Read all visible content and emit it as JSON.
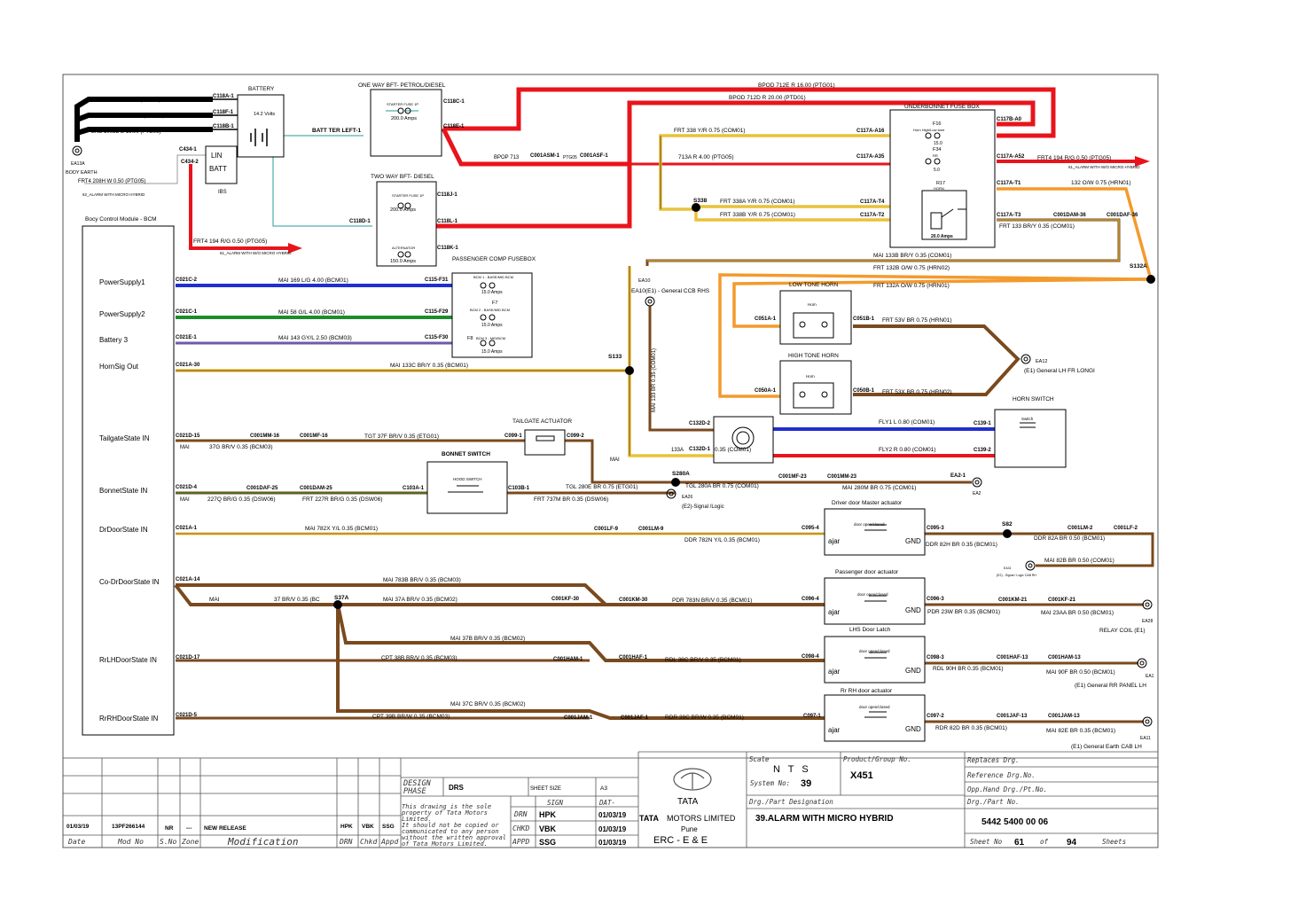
{
  "colors": {
    "red": "#e8141c",
    "orange": "#f39a2c",
    "yellow": "#e8c23a",
    "brown": "#7a4a1e",
    "blue": "#1f2fd0",
    "green": "#1e8c2a",
    "purple": "#6d5aa8",
    "teal": "#2a9a9a",
    "black": "#000000"
  },
  "battery": {
    "title": "BATTERY",
    "volts": "14.2 Volts",
    "c1": "C118A-1",
    "c2": "C118F-1",
    "c3": "C118B-1",
    "c4": "C434-1",
    "c5": "C434-2",
    "lin": "LIN",
    "batt": "BATT",
    "ibs": "IBS",
    "terminal": "BATT TER LEFT-1"
  },
  "earth_wires": {
    "w1": "BNE  1003A  B  20.00  (PTD01)",
    "w2": "BNE  1003C  B  16.00  (PTG05)",
    "w3": "BNE  1003B  B  16.00  (PTG06)",
    "ea": "EA13A",
    "body": "BODY EARTH",
    "frt4": "FRT4   208H   W   0.50   (PTG05)",
    "frt4_note": "62_ALARM WITH MICRO HYBRID"
  },
  "bft1": {
    "title": "ONE WAY BFT- PETROL/DIESEL",
    "fuse": "STARTER FUSE 1P",
    "amps": "200.0 Amps",
    "c1": "C118C-1",
    "c2": "C118E-1"
  },
  "bft2": {
    "title": "TWO WAY BFT- DIESEL",
    "fuse": "STARTER FUSE 1P",
    "amps": "200.0 Amps",
    "alt": "ALTERNATOR",
    "alt_amps": "150.0 Amps",
    "c1": "C118J-1",
    "c2": "C118L-1",
    "c3": "C118D-1",
    "c4": "C118K-1"
  },
  "top_wires": {
    "bpod1": "BPOD    712E   R   16.00   (PTG01)",
    "bpod2": "BPOD    712D   R   20.00   (PTD01)",
    "bpop": "BPOP   713",
    "c1": "C001ASM-1",
    "ptg05": "PTG05",
    "c2": "C001ASF-1",
    "w713a": "713A    R    4.00    (PTG05)",
    "frt338": "FRT   338   Y/R   0.75   (COM01)"
  },
  "ubfb": {
    "title": "UNDERBONNET FUSE BOX",
    "f16": "F16",
    "f16n": "Horn High/Low tone",
    "f16a": "15.0",
    "f34": "F34",
    "f34n": "RR",
    "f34a": "5.0",
    "r17": "R17",
    "r17n": "HORN",
    "amps20": "20.0 Amps",
    "a16": "C117A-A16",
    "a35": "C117A-A35",
    "t4": "C117A-T4",
    "t2": "C117A-T2",
    "b0": "C117B-A0",
    "a52": "C117A-A52",
    "t1": "C117A-T1",
    "t3": "C117A-T3"
  },
  "ubfb_wires": {
    "frt4": "FRT4     194  R/G  0.50  (PTG05)",
    "frt4n": "61_ALARM WITH W/O MICRO HYBRID",
    "w132": "132   O/W   0.75   (HRN01)",
    "s338": "S338",
    "w338a": "FRT      338A   Y/R   0.75   (COM01)",
    "w338b": "FRT                         338B   Y/R   0.75   (COM01)",
    "c36a": "C001DAM-36",
    "c36b": "C001DAF-36",
    "w133": "FRT   133   BR/Y   0.35   (COM01)",
    "mai133b": "MAI          133B   BR/Y   0.35   (COM01)",
    "frt132b": "FRT          132B   O/W   0.75   (HRN02)",
    "frt132a": "FRT          132A   O/W   0.75   (HRN01)",
    "s132a": "S132A"
  },
  "ibs_wire": {
    "frt4": "FRT4    194    R/G    0.50    (PTG05)",
    "note": "61_ALARM WITH W/O MICRO HYBRID"
  },
  "bcm": {
    "title": "Bocy Control Module - BCM",
    "pins": [
      "PowerSupply1",
      "PowerSupply2",
      "Battery 3",
      "HornSig Out",
      "TailgateState IN",
      "BonnetState IN",
      "DrDoorState IN",
      "Co-DrDoorState IN",
      "RrLHDoorState IN",
      "RrRHDoorState IN"
    ]
  },
  "pcfb": {
    "title": "PASSENGER COMP FUSEBOX",
    "b1": "BCM 1 - BASE/MID BCM",
    "b1a": "15.0 Amps",
    "f7": "F7",
    "b2": "BCM 2 - BASE/MID BCM",
    "b2a": "15.0 Amps",
    "f8": "F8",
    "b3": "BCM 3 - MID/BCM",
    "b3a": "15.0 Amps"
  },
  "supply": {
    "c2": "C021C-2",
    "w169": "MAI      169      L/G      4.00      (BCM01)",
    "f31": "C115-F31",
    "c1": "C021C-1",
    "w58": "MAI      58      G/L      4.00      (BCM01)",
    "f29": "C115-F29",
    "e1": "C021E-1",
    "w143": "MAI      143      GY/L      2.50      (BCM03)",
    "f30": "C115-F30"
  },
  "horn": {
    "a30": "C021A-30",
    "w133c": "MAI          133C  BR/Y  0.35  (BCM01)",
    "s133": "S133",
    "ea10": "EA10",
    "ea10n": "EA10(E1) - General CCB RHS",
    "vert": "MAI   133  BR  0.35  (COM01)",
    "low": "LOW TONE HORN",
    "high": "HIGH TONE HORN",
    "hornlbl": "Horn",
    "c51a": "C051A-1",
    "c51b": "C051B-1",
    "c50a": "C050A-1",
    "c50b": "C050B-1",
    "w53v": "FRT      53V   BR   0.75   (HRN01)",
    "w53x": "FRT      53X   BR   0.75   (HRN02)",
    "ea12": "EA12",
    "ea12n": "(E1) General LH FR LONGI",
    "hsw": "HORN SWITCH",
    "swlbl": "Switch",
    "c132d2": "C132D-2",
    "c132d1": "C132D-1",
    "w133a": "133A",
    "w135": "0.35   (COM01)",
    "fly1": "FLY1   L   0.80   (COM01)",
    "fly2": "FLY2   R   0.80   (COM01)",
    "c139_1": "C139-1",
    "c139_2": "C139-2"
  },
  "tailgate": {
    "title": "TAILGATE ACTUATOR",
    "d15": "C021D-15",
    "mai": "MAI",
    "w37g": "37G BR/V 0.35 (BCM03)",
    "mm16": "C001MM-16",
    "mf16": "C001MF-16",
    "w37f": "TGT        37F   BR/V   0.35   (ETG01)",
    "c99_1": "C099-1",
    "c99_2": "C099-2",
    "mai2": "MAI",
    "s280a": "S280A",
    "tgl": "TGL         280E    BR    0.75    (ETG01)",
    "ea26": "EA26",
    "ea26n": "(E2)-Signal /Logic",
    "w280a": "TGL      280A    BR    0.75    (COM01)",
    "mf23": "C001MF-23",
    "mm23": "C001MM-23",
    "w280m": "MAI          280M    BR    0.75    (COM01)",
    "ea2_1": "EA2-1",
    "ea2": "EA2"
  },
  "bonnet": {
    "title": "BONNET SWITCH",
    "hood": "HOOD SWITCH",
    "d4": "C021D-4",
    "daf25": "C001DAF-25",
    "dam25": "C001DAM-25",
    "mai": "MAI",
    "w227q": "227Q BR/G 0.35 (DSW06)",
    "w227r": "FRT     227R   BR/G   0.35   (DSW06)",
    "c103a": "C103A-1",
    "c103b": "C103B-1",
    "w737m": "FRT       737M    BR    0.35    (DSW06)"
  },
  "drdoor": {
    "a1": "C021A-1",
    "w782x": "MAI            782X  Y/L  0.35  (BCM01)",
    "lf9": "C001LF-9",
    "lm9": "C001LM-9",
    "w782n": "DDR        782N   Y/L   0.35   (BCM01)",
    "c95_4": "C095-4",
    "title": "Driver door Master actuator",
    "door": "door open/closed",
    "ajar": "ajar",
    "gnd": "GND",
    "c95_3": "C095-3",
    "s82": "S82",
    "w82h": "DDR      82H   BR   0.35   (BCM01)",
    "w82a": "DDR      82A   BR   0.50   (BCM01)",
    "lm2": "C001LM-2",
    "lf2": "C001LF-2",
    "w82b": "MAI       82B   BR   0.50   (COM01)",
    "ea31": "EA31",
    "ea31n": "(E2) - Signal / Logic CAB RH"
  },
  "codr": {
    "a14": "C021A-14",
    "w783b": "MAI        783B   BR/V   0.35   (BCM03)",
    "mai": "MAI",
    "w37": "37   BR/V   0.35   (BC",
    "s37a": "S37A",
    "w37a": "MAI        37A   BR/V   0.35   (BCM02)",
    "kf30": "C001KF-30",
    "km30": "C001KM-30",
    "w783n": "PDR      783N   BR/V   0.35   (BCM01)",
    "c96_4": "C096-4",
    "title": "Passenger door actuator",
    "door": "door open/closed",
    "c96_3": "C096-3",
    "w23w": "PDR      23W   BR   0.35   (BCM01)",
    "km21": "C001KM-21",
    "kf21": "C001KF-21",
    "w23aa": "MAI      23AA   BR   0.50   (BCM01)",
    "ea28": "EA28",
    "relay": "RELAY COIL  (E1)",
    "latch": "LHS Door Latch"
  },
  "rrlh": {
    "d17": "C021D-17",
    "w37b": "MAI   37B   BR/V   0.35   (BCM02)",
    "w38b": "CPT       38B   BR/V   0.35   (BCM03)",
    "ham1": "C001HAM-1",
    "haf1": "C001HAF-1",
    "w38c": "RDL        38C   BR/V   0.35   (BCM01)",
    "c98_4": "C098-4",
    "door": "door open/closed",
    "c98_3": "C098-3",
    "w90h": "RDL      90H   BR   0.35   (BCM01)",
    "haf13": "C001HAF-13",
    "ham13": "C001HAM-13",
    "w90f": "MAI      90F   BR   0.50   (BCM01)",
    "ea1": "EA1",
    "ea1n": "(E1) General RR PANEL LH",
    "title": "Rr RH door actuator"
  },
  "rrrh": {
    "d5": "C021D-5",
    "w37c": "MAI   37C   BR/V   0.35   (BCM02)",
    "w39b": "CPT       39B   BR/W   0.35   (BCM03)",
    "jam1": "C001JAM-1",
    "jaf1": "C001JAF-1",
    "w39c": "RDR        39C   BR/W   0.35   (BCM01)",
    "c97_1": "C097-1",
    "door": "door open/closed",
    "c97_2": "C097-2",
    "w82d": "RDR      82D   BR   0.35   (BCM01)",
    "jaf13": "C001JAF-13",
    "jam13": "C001JAM-13",
    "w82e": "MAI      82E   BR   0.35   (BCM01)",
    "ea11": "EA11",
    "ea11n": "(E1) General Earth CAB LH"
  },
  "titleblock": {
    "date": "01/03/19",
    "modno": "13PF266144",
    "sno": "NR",
    "zone": "---",
    "mod": "NEW RELEASE",
    "drn": "HPK",
    "chkd": "VBK",
    "appd": "SSG",
    "h_date": "Date",
    "h_modno": "Mod No",
    "h_sno": "S.No",
    "h_zone": "Zone",
    "h_mod": "Modification",
    "h_drn": "DRN",
    "h_chkd": "Chkd",
    "h_appd": "Appd",
    "design1": "DESIGN",
    "design2": "PHASE",
    "phase": "DRS",
    "sheetsize": "SHEET SIZE",
    "a3": "A3",
    "prop1": "This drawing is the sole",
    "prop2": "property of Tata Motors",
    "prop3": "Limited.",
    "prop4": "  It should not be copied or",
    "prop5": "communicated to any person",
    "prop6": "without the written approval",
    "prop7": "of Tata Motors Limited.",
    "sign": "SIGN",
    "dat": "DAT-",
    "drn_l": "DRN",
    "chkd_l": "CHKD",
    "appd_l": "APPD",
    "drn_v": "HPK",
    "chkd_v": "VBK",
    "appd_v": "SSG",
    "d1": "01/03/19",
    "d2": "01/03/19",
    "d3": "01/03/19",
    "tata": "TATA",
    "tml1": "TATA",
    "tml2": "MOTORS LIMITED",
    "pune": "Pune",
    "erc": "ERC - E & E",
    "scale": "Scale",
    "nts": "N T S",
    "sysno": "System No:",
    "sys": "39",
    "prod": "Product/Group No.",
    "x451": "X451",
    "drgdes": "Drg./Part Designation",
    "design": "39.ALARM WITH MICRO HYBRID",
    "replaces": "Replaces Drg.",
    "ref": "Reference Drg.No.",
    "opp": "Opp.Hand Drg./Pt.No.",
    "drgno_l": "Drg./Part No.",
    "drgno": "5442 5400 00 06",
    "sheetno": "Sheet No",
    "sheet": "61",
    "of": "of",
    "total": "94",
    "sheets": "Sheets"
  }
}
